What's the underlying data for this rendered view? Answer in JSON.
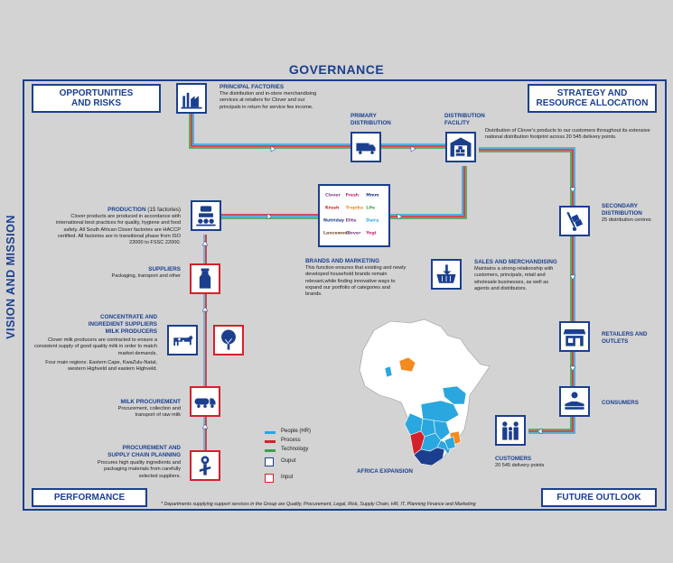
{
  "title": "GOVERNANCE",
  "side_title": "VISION AND MISSION",
  "corners": {
    "opportunities": "OPPORTUNITIES AND RISKS",
    "strategy": "STRATEGY AND RESOURCE ALLOCATION",
    "performance": "Performance",
    "future": "FUTURE OUTLOOK"
  },
  "nodes": {
    "principal_factories": {
      "title": "PRINCIPAL FACTORIES",
      "text": "The distribution and in-store merchandising services at retailers for Clover and our principals in return for service fee income."
    },
    "primary_distribution": {
      "title": "PRIMARY DISTRIBUTION"
    },
    "distribution_facility": {
      "title": "DISTRIBUTION FACILITY",
      "text": "Distribution of Clover's products to our customers throughout its extensive national distribution footprint across 20 545 delivery points."
    },
    "production": {
      "title": "PRODUCTION",
      "suffix": "(15 factories)",
      "text": "Clover products are produced in accordance with international best practices for quality, hygiene and food safety. All South African Clover factories are HACCP certified. All factories are in transitional phase from ISO 22000 to FSSC 22000."
    },
    "brands": {
      "title": "BRANDS AND MARKETING",
      "text": "This function ensures that existing and newly developed household brands remain relevant,while finding innovative ways to expand our portfolio of categories and brands."
    },
    "secondary": {
      "title": "SECONDARY DISTRIBUTION",
      "text": "25 distribution centres"
    },
    "suppliers": {
      "title": "SUPPLIERS",
      "text": "Packaging, transport and other"
    },
    "sales": {
      "title": "SALES AND MERCHANDISING",
      "text": "Maintains a strong relationship with customers, principals, retail and wholesale businesses, as well as agents and distributors."
    },
    "concentrate": {
      "title": "CONCENTRATE AND INGREDIENT SUPPLIERS MILK PRODUCERS",
      "text": "Clover milk producers are contracted to ensure a consistent supply of good quality milk in order to match market demands.",
      "text2": "Four main regions: Eastern Cape, KwaZulu-Natal, western Highveld and eastern Highveld."
    },
    "retailers": {
      "title": "RETAILERS AND OUTLETS"
    },
    "consumers": {
      "title": "CONSUMERS"
    },
    "milk_procurement": {
      "title": "MILK PROCUREMENT",
      "text": "Procurement, collection and transport of raw milk"
    },
    "customers": {
      "title": "CUSTOMERS",
      "text": "20 545 delivery points"
    },
    "procurement": {
      "title": "PROCUREMENT AND SUPPLY CHAIN PLANNING",
      "text": "Procures high quality ingredients and packaging materials from carefully selected suppliers."
    },
    "africa": {
      "title": "AFRICA EXPANSION"
    }
  },
  "legend": [
    {
      "label": "People (HR)",
      "color": "#2aa7df"
    },
    {
      "label": "Process",
      "color": "#d4202a"
    },
    {
      "label": "Technology",
      "color": "#3aa24a"
    },
    {
      "label": "Ouput",
      "color": "#1b3f8e"
    },
    {
      "label": "Input",
      "color": "#d4202a"
    }
  ],
  "footnote": "* Departments supplying support services in the Group are Quality, Procurement, Legal, Risk, Supply Chain, HR, IT, Planning Finance and Marketing",
  "brand_logos": [
    "Clover",
    "Fresh",
    "Mmm",
    "Krush",
    "Tropika",
    "Life",
    "Nutriday",
    "Elite",
    "Dairy",
    "Lancewood",
    "Clover",
    "Yogi"
  ],
  "colors": {
    "blue": "#1b3f8e",
    "people": "#2aa7df",
    "process": "#d4202a",
    "tech": "#3aa24a",
    "orange": "#f38b20",
    "mapgrey": "#ffffff"
  }
}
